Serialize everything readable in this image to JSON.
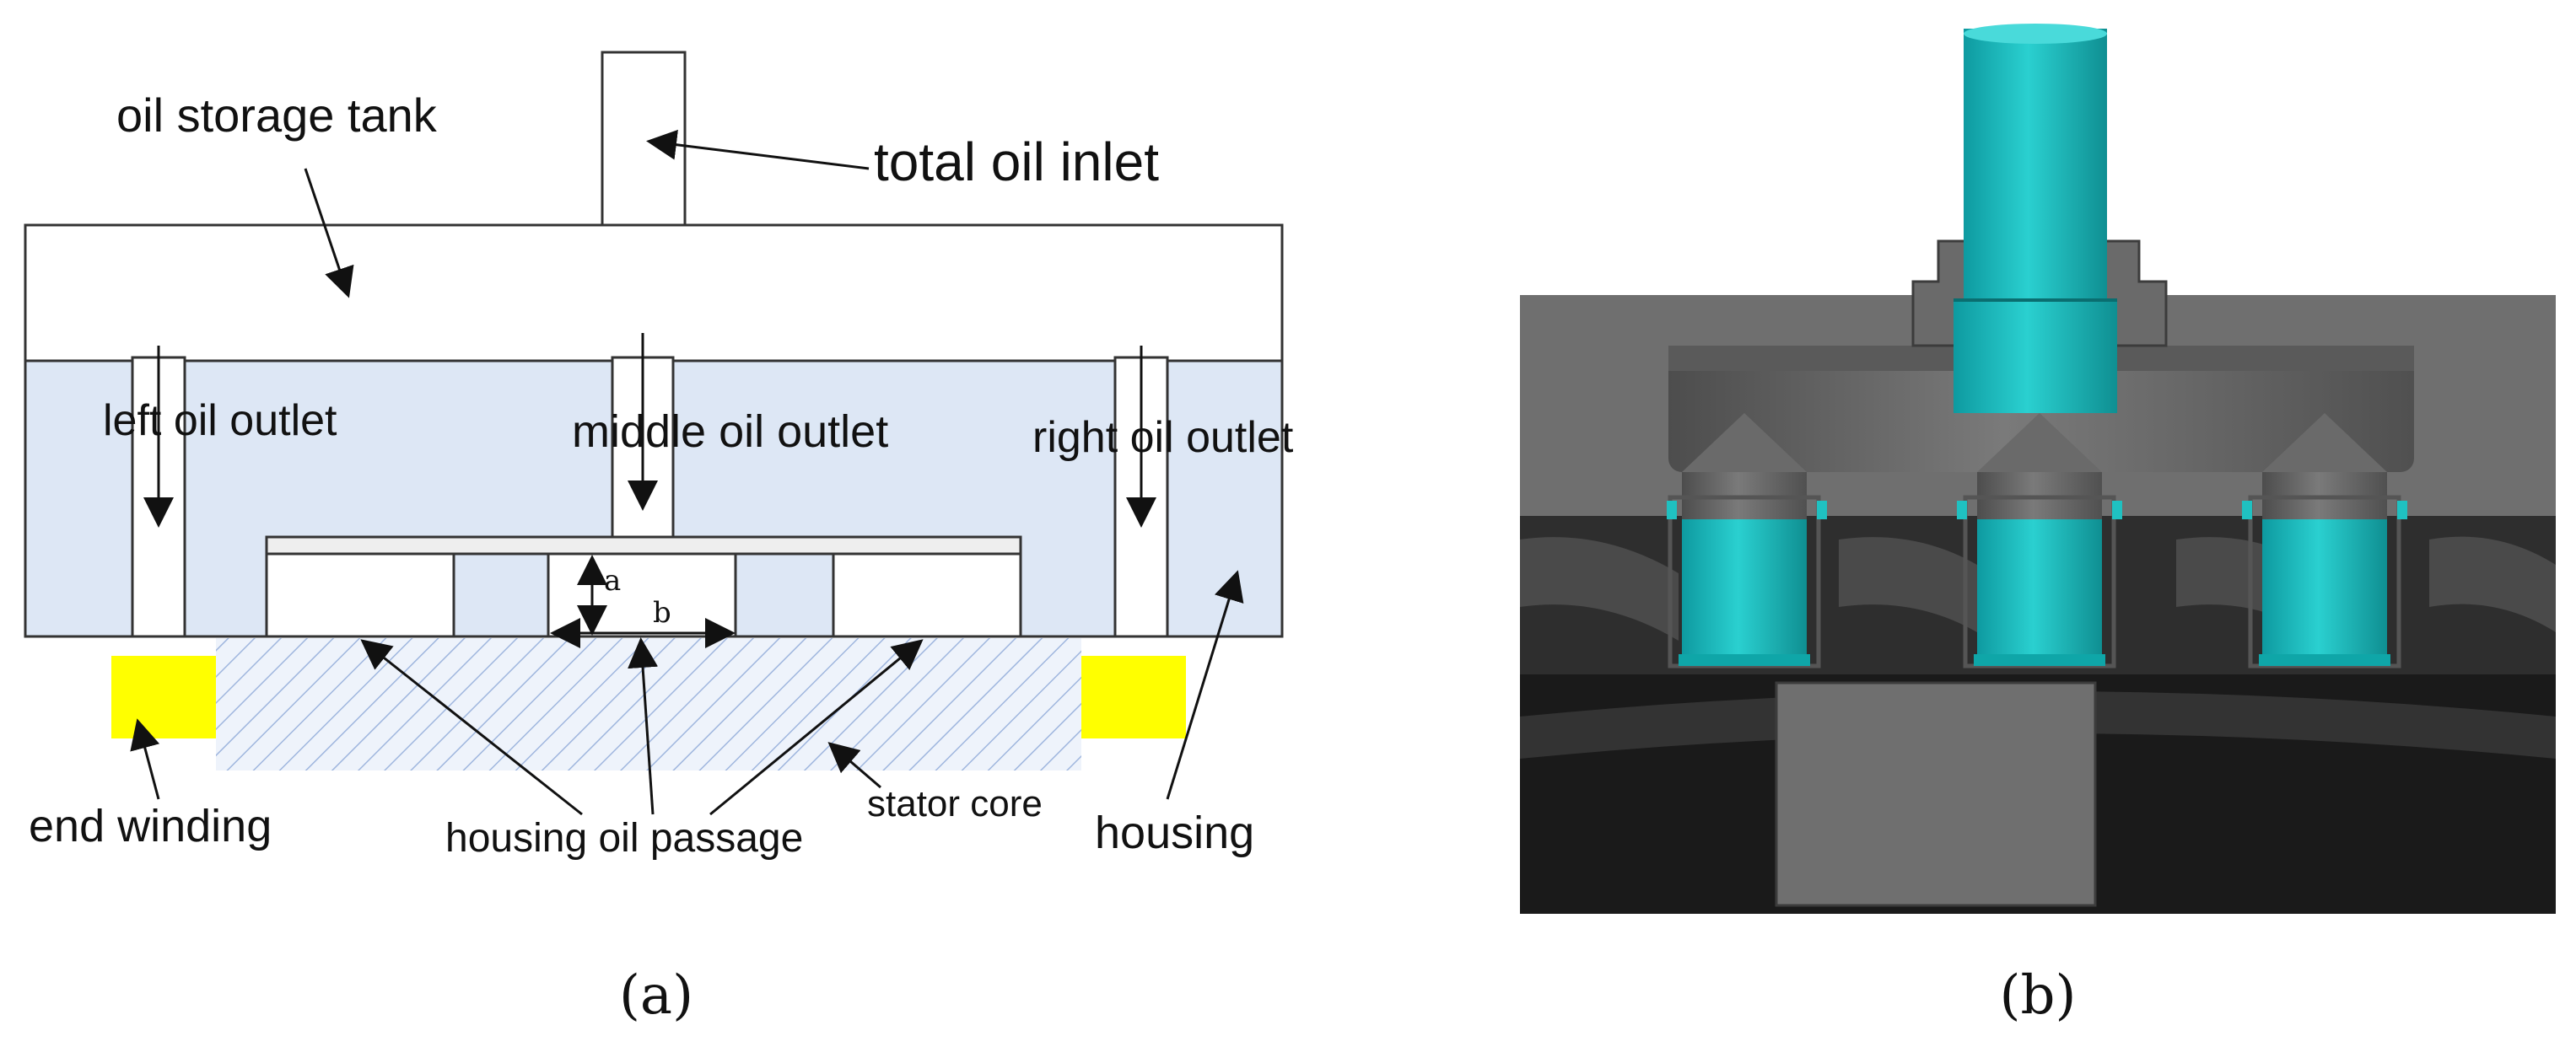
{
  "panel_a": {
    "caption": "(a)",
    "labels": {
      "oil_storage_tank": "oil storage tank",
      "total_oil_inlet": "total oil inlet",
      "left_oil_outlet": "left oil outlet",
      "middle_oil_outlet": "middle oil outlet",
      "right_oil_outlet": "right oil outlet",
      "end_winding": "end winding",
      "housing_oil_passage": "housing oil passage",
      "stator_core": "stator core",
      "housing": "housing",
      "dim_a": "a",
      "dim_b": "b"
    }
  },
  "panel_b": {
    "caption": "(b)"
  },
  "colors": {
    "housing_fill": "#dde7f5",
    "end_winding": "#ffff00",
    "stator_hatch": "#9fb6de",
    "pipe_cyan": "#1fc1c1",
    "pipe_dark": "#0f8f92",
    "model_gray": "#6f6f6f",
    "model_dark": "#242424"
  }
}
